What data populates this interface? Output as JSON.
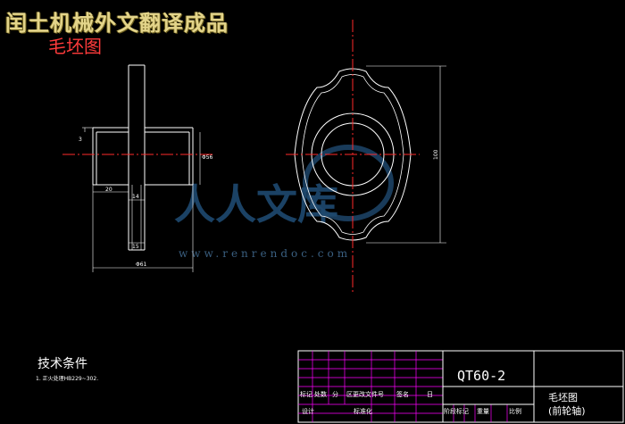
{
  "header": {
    "banner": "闰土机械外文翻译成品",
    "blank_label": "毛坯图"
  },
  "drawing": {
    "side_view": {
      "dim_height": "3",
      "dim_diameter": "Φ56",
      "dim_left_width": "20",
      "dim_neck": "14",
      "dim_bottom": "15",
      "dim_overall": "Φ61"
    },
    "front_view": {
      "dim_height": "100"
    }
  },
  "watermark": {
    "text": "人人文库",
    "url": "www.renrendoc.com"
  },
  "tech_conditions": {
    "title": "技术条件",
    "note": "1. 正火处理HB229~302."
  },
  "title_block": {
    "material": "QT60-2",
    "part_name": "毛坯图",
    "part_subtitle": "(前轮轴)",
    "row_labels": [
      "标记",
      "处数",
      "分",
      "区更改文件号",
      "签名",
      "日"
    ],
    "design_label": "设计",
    "standard_label": "标准化",
    "stage_labels": [
      "阶段标记",
      "重量",
      "比例"
    ],
    "colors": {
      "grid": "#ff00ff",
      "outline": "#ffffff"
    }
  }
}
